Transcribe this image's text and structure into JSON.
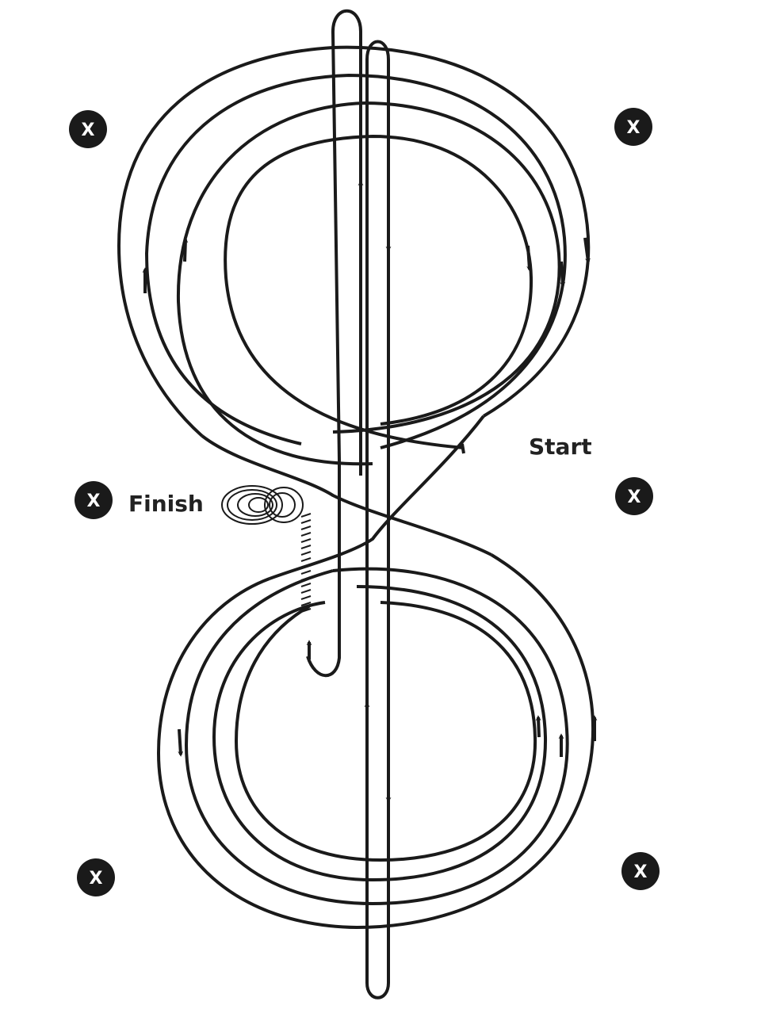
{
  "labels": {
    "start": "Start",
    "finish": "Finish"
  },
  "markers": {
    "text": "X"
  },
  "colors": {
    "line": "#1a1a1a",
    "background": "#ffffff"
  }
}
